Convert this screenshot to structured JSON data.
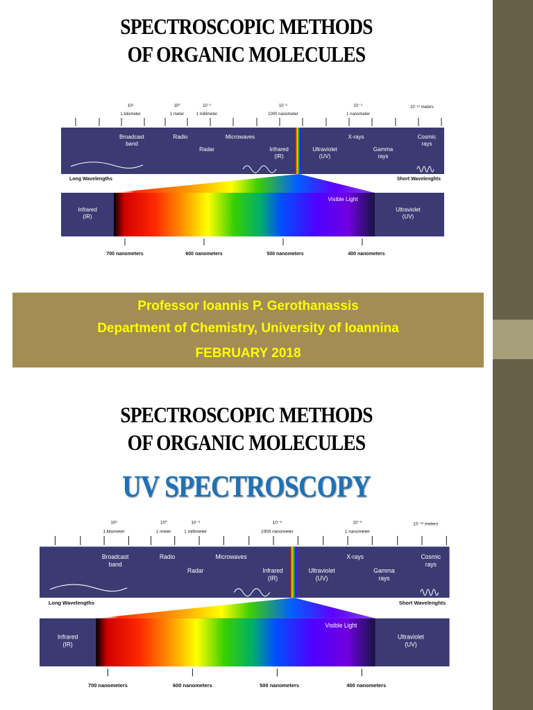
{
  "title": {
    "line1": "SPECTROSCOPIC METHODS",
    "line2": "OF ORGANIC MOLECULES"
  },
  "author": {
    "name": "Professor Ioannis P. Gerothanassis",
    "department": "Department of Chemistry, University of Ioannina",
    "date": "FEBRUARY 2018"
  },
  "subtitle": {
    "line1": "SPECTROSCOPIC METHODS",
    "line2": "OF ORGANIC MOLECULES",
    "topic": "UV SPECTROSCOPY"
  },
  "spectrum": {
    "scale": {
      "exp_3": "10³",
      "exp_0": "10⁰",
      "exp_m3": "10⁻³",
      "exp_m6": "10⁻⁶",
      "exp_m9": "10⁻⁹",
      "exp_m12": "10⁻¹² meters",
      "kilometer": "1 kilometer",
      "meter": "1 meter",
      "millimeter": "1 millimeter",
      "nm1000": "1000 nanometer",
      "nm1": "1 nanometer"
    },
    "bands": {
      "broadcast_1": "Broadcast",
      "broadcast_2": "band",
      "radio": "Radio",
      "radar": "Radar",
      "microwaves": "Microwaves",
      "infrared_1": "Infrared",
      "infrared_2": "(IR)",
      "ultraviolet_1": "Ultraviolet",
      "ultraviolet_2": "(UV)",
      "xrays": "X-rays",
      "gamma_1": "Gamma",
      "gamma_2": "rays",
      "cosmic_1": "Cosmic",
      "cosmic_2": "rays"
    },
    "long_wavelengths": "Long Wavelengths",
    "short_wavelengths": "Short Wavelenghts",
    "visible_light": "Visible Light",
    "ir_1": "Infrared",
    "ir_2": "(IR)",
    "uv_1": "Ultraviolet",
    "uv_2": "(UV)",
    "nm700": "700 nanometers",
    "nm600": "600 nanometers",
    "nm500": "500 nanometers",
    "nm400": "400 nanometers"
  },
  "colors": {
    "band": "#3b3a72",
    "author_box": "#a48d55",
    "author_text": "#ffff00",
    "uv_title": "#1d72b8",
    "side_bar": "#676048"
  }
}
